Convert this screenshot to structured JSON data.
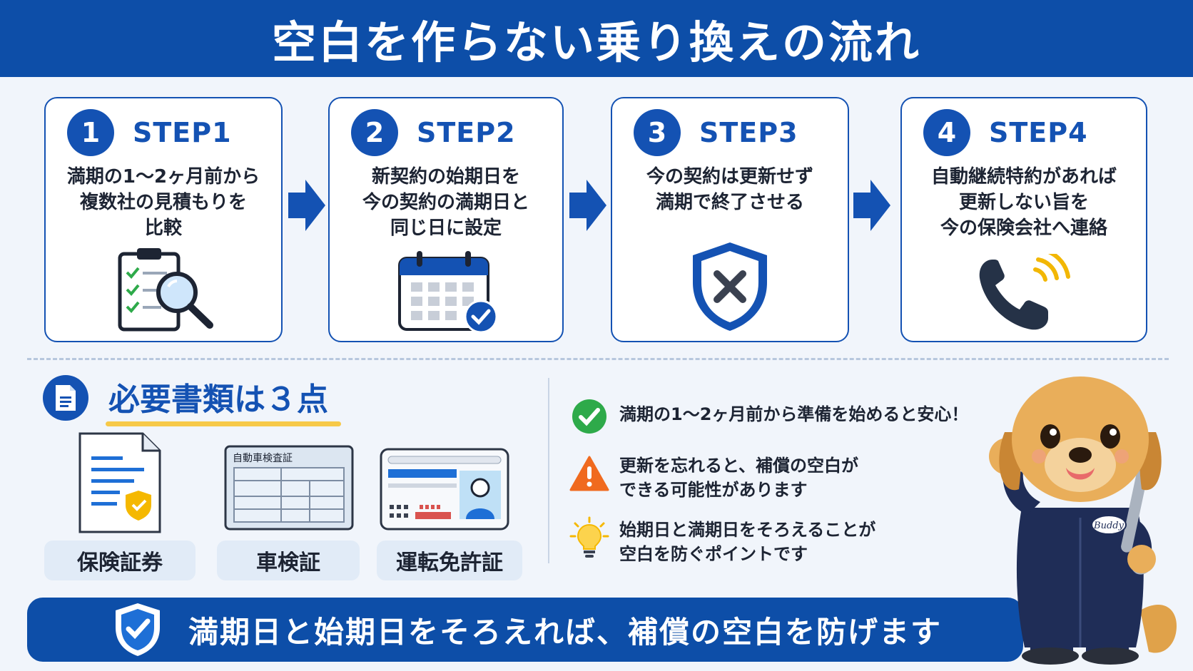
{
  "header": {
    "title": "空白を作らない乗り換えの流れ"
  },
  "steps": [
    {
      "number": "1",
      "title": "STEP1",
      "text": "満期の1〜2ヶ月前から\n複数社の見積もりを\n比較",
      "icon": "clipboard-magnifier-icon"
    },
    {
      "number": "2",
      "title": "STEP2",
      "text": "新契約の始期日を\n今の契約の満期日と\n同じ日に設定",
      "icon": "calendar-check-icon"
    },
    {
      "number": "3",
      "title": "STEP3",
      "text": "今の契約は更新せず\n満期で終了させる",
      "icon": "shield-x-icon"
    },
    {
      "number": "4",
      "title": "STEP4",
      "text": "自動継続特約があれば\n更新しない旨を\n今の保険会社へ連絡",
      "icon": "phone-call-icon"
    }
  ],
  "documents": {
    "title": "必要書類は３点",
    "items": [
      {
        "label": "保険証券",
        "icon": "insurance-policy-icon"
      },
      {
        "label": "車検証",
        "icon": "vehicle-inspection-certificate-icon",
        "card_header": "自動車検査証"
      },
      {
        "label": "運転免許証",
        "icon": "drivers-license-icon"
      }
    ]
  },
  "notes": [
    {
      "icon": "check-circle-icon",
      "text": "満期の1〜2ヶ月前から準備を始めると安心！"
    },
    {
      "icon": "warning-icon",
      "text": "更新を忘れると、補償の空白が\nできる可能性があります"
    },
    {
      "icon": "lightbulb-icon",
      "text": "始期日と満期日をそろえることが\n空白を防ぐポイントです"
    }
  ],
  "banner": {
    "text": "満期日と始期日をそろえれば、補償の空白を防げます",
    "icon": "shield-check-icon"
  },
  "mascot": {
    "badge": "Buddy"
  },
  "colors": {
    "primary": "#0d4ea8",
    "accent_blue": "#1452b3",
    "highlight": "#f7c948",
    "background": "#f1f5fb"
  }
}
